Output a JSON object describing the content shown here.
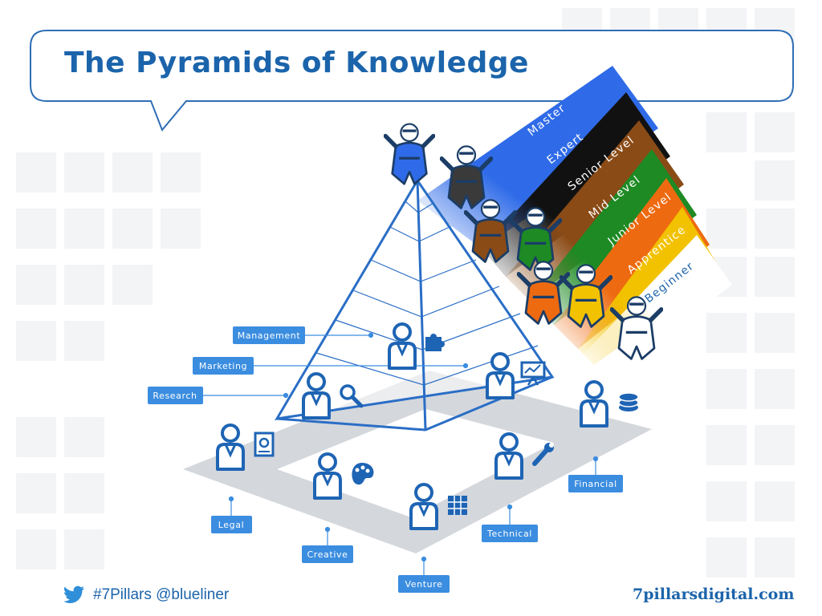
{
  "title": "The Pyramids of Knowledge",
  "levels": [
    {
      "label": "Master",
      "color": "#2f6be8",
      "text_color": "#ffffff"
    },
    {
      "label": "Expert",
      "color": "#111111",
      "text_color": "#ffffff"
    },
    {
      "label": "Senior Level",
      "color": "#8a4b16",
      "text_color": "#ffffff"
    },
    {
      "label": "Mid Level",
      "color": "#1e8a24",
      "text_color": "#ffffff"
    },
    {
      "label": "Junior Level",
      "color": "#ee6a10",
      "text_color": "#ffffff"
    },
    {
      "label": "Apprentice",
      "color": "#f2c200",
      "text_color": "#ffffff"
    },
    {
      "label": "Beginner",
      "color": "#ffffff",
      "text_color": "#1b64ab"
    }
  ],
  "pillars": {
    "management": "Management",
    "marketing": "Marketing",
    "research": "Research",
    "legal": "Legal",
    "creative": "Creative",
    "venture": "Venture",
    "technical": "Technical",
    "financial": "Financial"
  },
  "footer": {
    "hashtag": "#7Pillars @blueliner",
    "website": "7pillarsdigital.com"
  },
  "colors": {
    "brand_blue": "#1b64ab",
    "label_blue": "#3b8de0",
    "platform_grey": "#d4d7dc"
  }
}
